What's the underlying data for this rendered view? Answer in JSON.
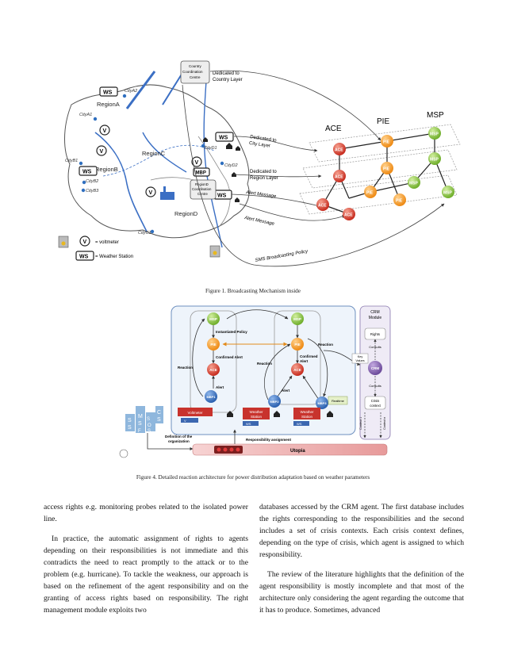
{
  "figure1": {
    "caption": "Figure 1.   Broadcasting Mechanism inside",
    "country_node": [
      "Country",
      "Coordination",
      "Centre"
    ],
    "labels": {
      "dedicated_country": [
        "Dedicated to",
        "Country Layer"
      ],
      "dedicated_city": [
        "Dedicated to",
        "City Layer"
      ],
      "dedicated_region": [
        "Dedicated to",
        "Region Layer"
      ],
      "alert_message_1": "Alert Message",
      "alert_message_2": "Alert Message",
      "sms_policy": "SMS Broadcasting Policy",
      "legend_voltmeter": "= voltmeter",
      "legend_ws": "= Weather Station",
      "region_d_centre": [
        "RegionD",
        "Coordination",
        "Centre"
      ]
    },
    "regions": [
      "RegionA",
      "RegionB",
      "RegionC",
      "RegionD"
    ],
    "cities": [
      "CityA1",
      "CityA2",
      "CityB1",
      "CityB2",
      "CityB3",
      "CityC1",
      "CityD1",
      "CityD2"
    ],
    "layers": [
      "ACE",
      "PIE",
      "MSP"
    ],
    "node_labels": {
      "ace": "ACE",
      "pie": "PIE",
      "msp": "MSP",
      "mbp": "MBP",
      "ws": "WS",
      "v": "V"
    }
  },
  "figure4": {
    "caption": "Figure 4.   Detailed reaction architecture for power distribution adaptation based on weather parameters",
    "nodes": {
      "msp": "MSP",
      "pie": "PIE",
      "ace": "ACE",
      "mbp1": "MBP1",
      "mbp2": "MBP2",
      "mbp3": "MBP3",
      "crm": "CRM"
    },
    "labels": {
      "instantiated_policy": "Instantiated Policy",
      "confirmed_alert_1": "Confirmed Alert",
      "confirmed_alert_2": [
        "Confirmed",
        "Alert"
      ],
      "reaction_left": "Reaction",
      "reaction_mid": "Reaction",
      "reaction_right": "Reaction",
      "alert_1": "Alert",
      "alert_2": "Alert",
      "voltmeter": "Voltmeter",
      "weather_station_1": [
        "Weather",
        "Station"
      ],
      "weather_station_2": [
        "Weather",
        "Station"
      ],
      "realtime": "Realtime",
      "v": "V",
      "ws": "WS",
      "crm_module": [
        "CRM",
        "Module"
      ],
      "rights": "Rights",
      "consults_1": "Consults",
      "consults_2": "Consults",
      "key_values": [
        "Key",
        "Values"
      ],
      "crisis_context": [
        "Crisis",
        "context"
      ],
      "context_1": "Context 1",
      "context_n": "Context n",
      "definition": [
        "Definition of the",
        "organization"
      ],
      "responsibility_assignment": "Responsibility assignment",
      "utopia": "Utopia",
      "cms_letters": [
        "S",
        "S",
        "M",
        "S",
        "C",
        "S",
        "F",
        "S",
        "O",
        "S"
      ]
    }
  },
  "body": {
    "left_column": [
      "access rights e.g. monitoring probes related to the isolated power line.",
      "In practice, the automatic assignment of rights to agents depending on their responsibilities is not immediate and this contradicts the need to react promptly to the attack or to the problem (e.g. hurricane). To tackle the weakness, our approach is based on the refinement of the agent responsibility and on the granting of access rights based on responsibility. The right management module exploits two"
    ],
    "right_column": [
      "databases accessed by the CRM agent. The first database includes the rights corresponding to the responsibilities and the second includes a set of crisis contexts. Each crisis context defines, depending on the type of crisis, which agent is assigned to which responsibility.",
      "The review of the literature highlights that the definition of the agent responsibility is mostly incomplete and that most of the architecture only considering the agent regarding the outcome that it has to produce. Sometimes, advanced"
    ]
  },
  "colors": {
    "ace": "#d9372a",
    "pie": "#f39a1e",
    "msp": "#8cc43c",
    "mbp": "#2f6fbf",
    "ws_red": "#c8332d",
    "crm": "#7b5aa6",
    "utopia": "#f2b8b8"
  }
}
